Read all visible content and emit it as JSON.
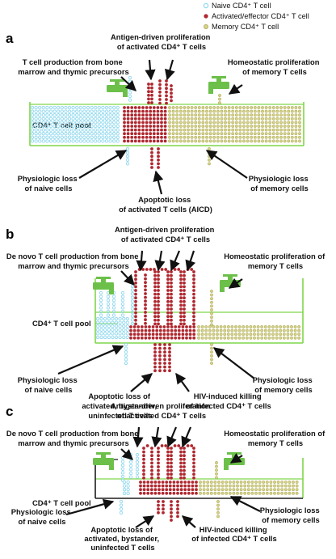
{
  "legend": {
    "naive": "Naive CD4⁺ T cell",
    "activated": "Activated/effector CD4⁺ T cell",
    "memory": "Memory CD4⁺ T cell"
  },
  "colors": {
    "naive": "#8fd8ee",
    "activated": "#b0272f",
    "memory": "#d4d28a",
    "tank": "#7fd64a",
    "faucet": "#6cc04a"
  },
  "panels": [
    {
      "letter": "a",
      "antigen": [
        "Antigen-driven proliferation",
        "of activated CD4⁺ T cells"
      ],
      "production": [
        "T cell production from bone",
        "marrow and thymic precursors"
      ],
      "homeostatic": [
        "Homeostatic proliferation",
        "of memory T cells"
      ],
      "pool": "CD4⁺ T cell pool",
      "loss_naive": [
        "Physiologic loss",
        "of naive cells"
      ],
      "loss_memory": [
        "Physiologic loss",
        "of memory cells"
      ],
      "apoptotic": [
        "Apoptotic loss",
        "of activated T cells (AICD)"
      ]
    },
    {
      "letter": "b",
      "antigen": [
        "Antigen-driven proliferation",
        "of activated CD4⁺ T cells"
      ],
      "production": [
        "De novo T cell production from bone",
        "marrow and thymic precursors"
      ],
      "homeostatic": [
        "Homeostatic proliferation of",
        "memory T cells"
      ],
      "pool": "CD4⁺ T cell pool",
      "loss_naive": [
        "Physiologic loss",
        "of naive cells"
      ],
      "loss_memory": [
        "Physiologic loss",
        "of memory cells"
      ],
      "apoptotic": [
        "Apoptotic loss of",
        "activated, bystander,",
        "uninfected T cells"
      ],
      "hiv": [
        "HIV-induced killing",
        "of infected CD4⁺ T cells"
      ]
    },
    {
      "letter": "c",
      "antigen": [
        "Antigen-driven proliferation",
        "of activated CD4⁺ T cells"
      ],
      "production": [
        "De novo T cell production from bone",
        "marrow and thymic precursors"
      ],
      "homeostatic": [
        "Homeostatic proliferation of",
        "memory T cells"
      ],
      "pool": "CD4⁺ T cell pool",
      "loss_naive": [
        "Physiologic loss",
        "of naive cells"
      ],
      "loss_memory": [
        "Physiologic loss",
        "of memory cells"
      ],
      "apoptotic": [
        "Apoptotic loss of",
        "activated, bystander,",
        "uninfected T cells"
      ],
      "hiv": [
        "HIV-induced killing",
        "of infected CD4⁺ T cells"
      ]
    }
  ]
}
